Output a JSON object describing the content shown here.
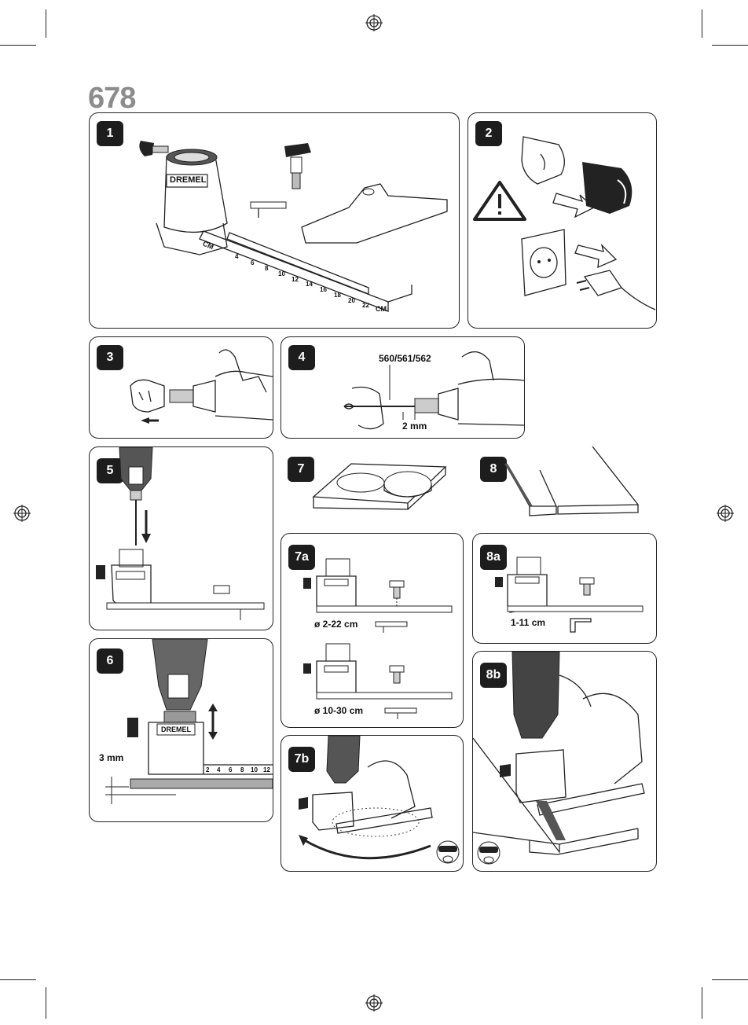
{
  "document": {
    "page_number": "678"
  },
  "panels": [
    {
      "id": "1",
      "label": "1"
    },
    {
      "id": "2",
      "label": "2"
    },
    {
      "id": "3",
      "label": "3"
    },
    {
      "id": "4",
      "label": "4"
    },
    {
      "id": "5",
      "label": "5"
    },
    {
      "id": "6",
      "label": "6"
    },
    {
      "id": "7",
      "label": "7"
    },
    {
      "id": "8",
      "label": "8"
    },
    {
      "id": "7a",
      "label": "7a"
    },
    {
      "id": "8a",
      "label": "8a"
    },
    {
      "id": "7b",
      "label": "7b"
    },
    {
      "id": "8b",
      "label": "8b"
    }
  ],
  "annotations": {
    "bit_numbers": "560/561/562",
    "bit_depth": "2  mm",
    "depth_setting": "3 mm",
    "range_small": "ø 2-22 cm",
    "range_large": "ø 10-30 cm",
    "range_edge": "1-11 cm"
  },
  "brand_marks": {
    "tool_brand": "DREMEL",
    "ruler_unit": "CM"
  },
  "ruler_ticks_panel1": [
    "4",
    "6",
    "8",
    "10",
    "12",
    "14",
    "16",
    "18",
    "20",
    "22"
  ],
  "ruler_ticks_panel6": [
    "2",
    "4",
    "6",
    "8",
    "10",
    "12"
  ],
  "icons": [
    "warning-triangle-icon",
    "wall-socket-icon",
    "power-plug-icon",
    "safety-goggles-mask-icon",
    "registration-mark-icon"
  ]
}
